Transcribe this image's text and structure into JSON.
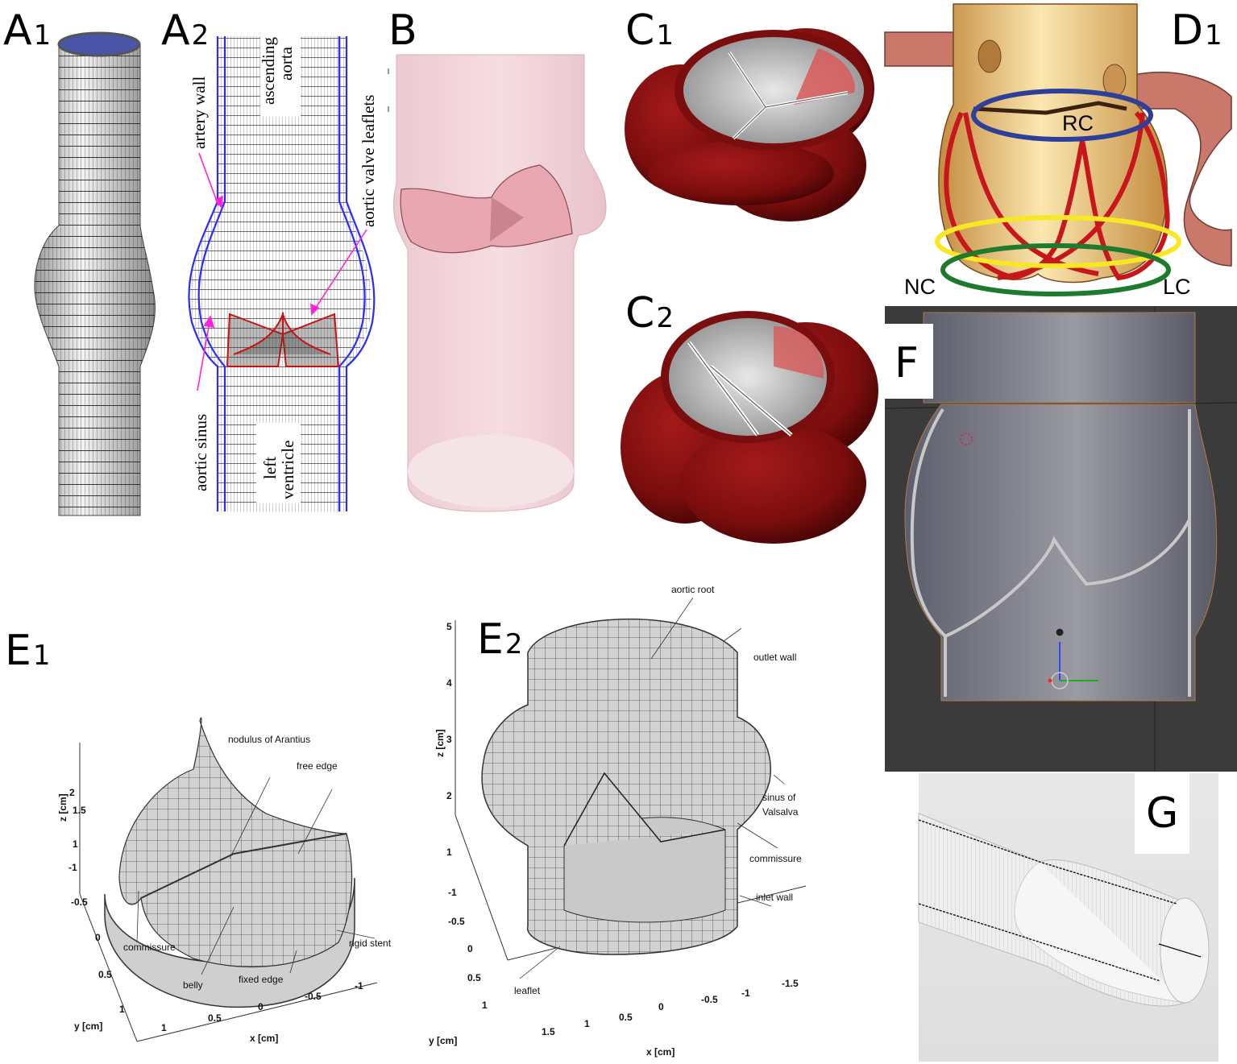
{
  "figure": {
    "subject": "Aortic valve models",
    "panels": [
      {
        "id": "A1",
        "letter": "A",
        "index": "1",
        "description": "Meshed cylindrical aortic root with sinus bulge"
      },
      {
        "id": "A2",
        "letter": "A",
        "index": "2",
        "description": "2D cross-section mesh",
        "labels": {
          "artery_wall": "artery wall",
          "ascending_aorta_1": "ascending",
          "ascending_aorta_2": "aorta",
          "leaflets": "aortic valve leaflets",
          "sinus": "aortic sinus",
          "lv_1": "left",
          "lv_2": "ventricle"
        },
        "colors": {
          "wall": "#2b2bff",
          "leaflet": "#cc1111",
          "arrow": "#ff22dd"
        }
      },
      {
        "id": "B",
        "letter": "B",
        "index": "",
        "description": "Translucent pink aortic root with leaflets"
      },
      {
        "id": "C1",
        "letter": "C",
        "index": "1",
        "description": "Dark red sinus model, valve closed (three leaflets)"
      },
      {
        "id": "C2",
        "letter": "C",
        "index": "2",
        "description": "Dark red sinus model, valve partially open"
      },
      {
        "id": "D1",
        "letter": "D",
        "index": "1",
        "description": "Illustration of aortic root anatomy with rings",
        "labels": {
          "rc": "RC",
          "nc": "NC",
          "lc": "LC"
        },
        "colors": {
          "blue_ring": "#2e3f9a",
          "red_crown": "#c8161d",
          "yellow_ring": "#f7e823",
          "green_ring": "#1e7a2c",
          "tissue": "#e8b865"
        }
      },
      {
        "id": "E1",
        "letter": "E",
        "index": "1",
        "description": "Leaflet mesh in rigid stent",
        "annotations": [
          "nodulus of Arantius",
          "free edge",
          "commissure",
          "belly",
          "fixed edge",
          "rigid stent"
        ],
        "axes": {
          "z_label": "z [cm]",
          "z_ticks": [
            "2",
            "1.5",
            "1"
          ],
          "y_label": "y [cm]",
          "y_ticks": [
            "-1",
            "-0.5",
            "0",
            "0.5",
            "1"
          ],
          "x_label": "x [cm]",
          "x_ticks": [
            "1",
            "0.5",
            "0",
            "-0.5",
            "-1"
          ]
        }
      },
      {
        "id": "E2",
        "letter": "E",
        "index": "2",
        "description": "Full aortic root mesh",
        "annotations": [
          "aortic root",
          "outlet wall",
          "sinus of",
          "Valsalva",
          "commissure",
          "inlet wall",
          "leaflet"
        ],
        "axes": {
          "z_label": "z [cm]",
          "z_ticks": [
            "5",
            "4",
            "3",
            "2",
            "1"
          ],
          "y_label": "y [cm]",
          "y_ticks": [
            "-1",
            "-0.5",
            "0",
            "0.5",
            "1"
          ],
          "x_label": "x [cm]",
          "x_ticks": [
            "1.5",
            "1",
            "0.5",
            "0",
            "-0.5",
            "-1",
            "-1.5"
          ]
        }
      },
      {
        "id": "F",
        "letter": "F",
        "index": "",
        "description": "3D modeling viewport with grey aortic root model"
      },
      {
        "id": "G",
        "letter": "G",
        "index": "",
        "description": "Vascular graft with sinus bulge"
      }
    ]
  }
}
